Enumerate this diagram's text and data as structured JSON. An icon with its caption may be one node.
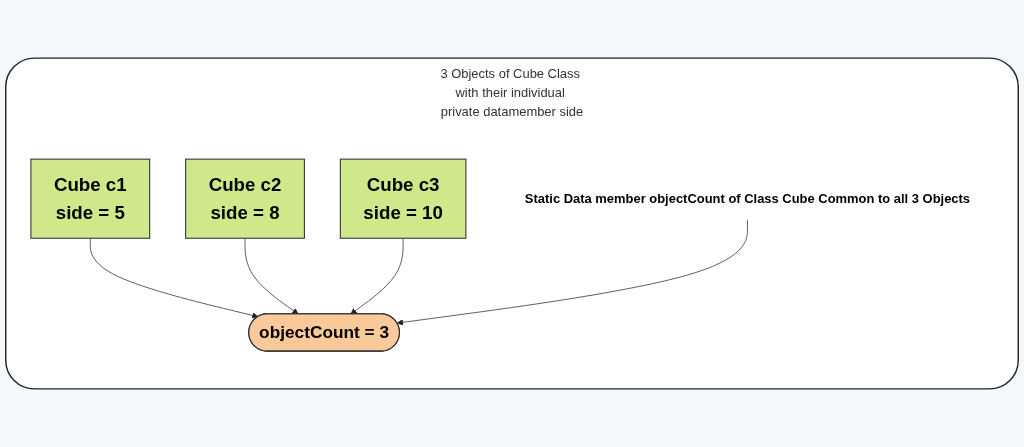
{
  "diagram": {
    "nodes": [
      {
        "text": [
          "3 Objects of Cube Class with their individual private datamember side"
        ]
      },
      {
        "text": [
          "Cube c1",
          "side = 5"
        ],
        "in": 0
      },
      {
        "text": [
          "Cube c2",
          "side = 8"
        ],
        "in": 0
      },
      {
        "text": [
          "Cube c3",
          "side = 10"
        ],
        "in": 0
      },
      {
        "text": [
          "objectCount = 3"
        ],
        "in": 0
      },
      {
        "text": [
          "Static Data member objectCount of Class Cube Common to all 3 Objects"
        ],
        "in": 0
      }
    ],
    "edges": [
      {
        "from": 1,
        "to": 4,
        "arrow": "to"
      },
      {
        "from": 2,
        "to": 4,
        "arrow": "to"
      },
      {
        "from": 3,
        "to": 4,
        "arrow": "to"
      },
      {
        "from": 5,
        "to": 4,
        "arrow": "to"
      }
    ]
  }
}
